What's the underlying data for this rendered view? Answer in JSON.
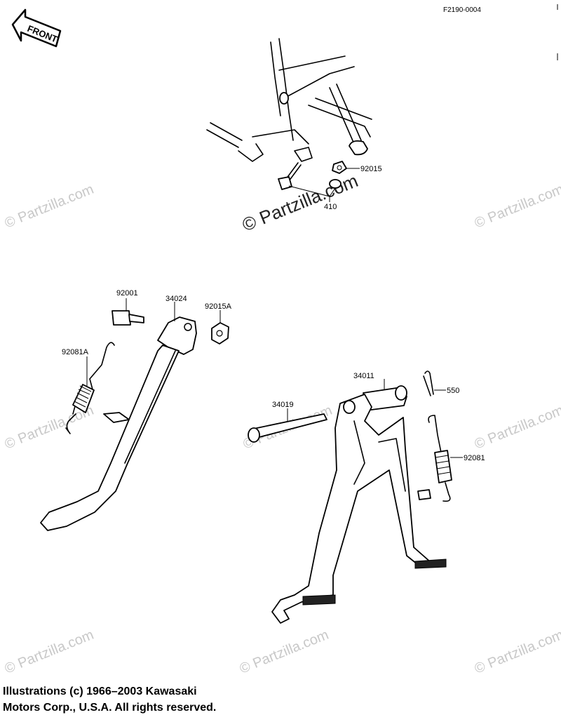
{
  "diagram_code": "F2190-0004",
  "front_badge": "FRONT",
  "watermark": "© Partzilla.com",
  "part_labels": {
    "p92015": "92015",
    "p410": "410",
    "p92001": "92001",
    "p34024": "34024",
    "p92015A": "92015A",
    "p92081A": "92081A",
    "p34011": "34011",
    "p550": "550",
    "p34019": "34019",
    "p92081": "92081"
  },
  "copyright": {
    "line1": "Illustrations (c) 1966–2003 Kawasaki",
    "line2": "Motors Corp., U.S.A.  All rights reserved."
  }
}
